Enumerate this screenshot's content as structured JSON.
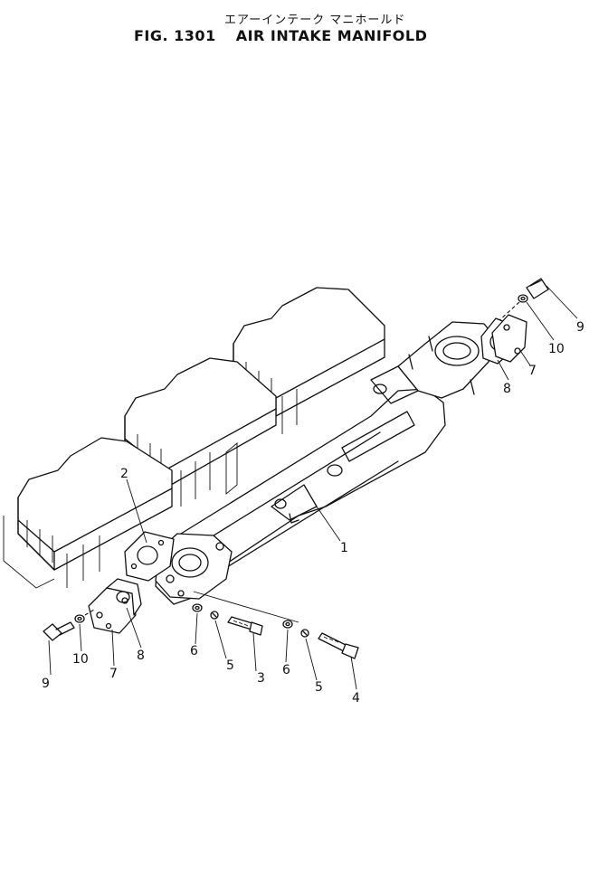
{
  "title": {
    "japanese": "エアーインテーク マニホールド",
    "figure": "FIG. 1301",
    "name": "AIR INTAKE MANIFOLD"
  },
  "callouts": [
    {
      "id": "1",
      "label": "1"
    },
    {
      "id": "2",
      "label": "2"
    },
    {
      "id": "3",
      "label": "3"
    },
    {
      "id": "4",
      "label": "4"
    },
    {
      "id": "5a",
      "label": "5"
    },
    {
      "id": "5b",
      "label": "5"
    },
    {
      "id": "6a",
      "label": "6"
    },
    {
      "id": "6b",
      "label": "6"
    },
    {
      "id": "7a",
      "label": "7"
    },
    {
      "id": "7b",
      "label": "7"
    },
    {
      "id": "8a",
      "label": "8"
    },
    {
      "id": "8b",
      "label": "8"
    },
    {
      "id": "9a",
      "label": "9"
    },
    {
      "id": "9b",
      "label": "9"
    },
    {
      "id": "10a",
      "label": "10"
    },
    {
      "id": "10b",
      "label": "10"
    }
  ]
}
